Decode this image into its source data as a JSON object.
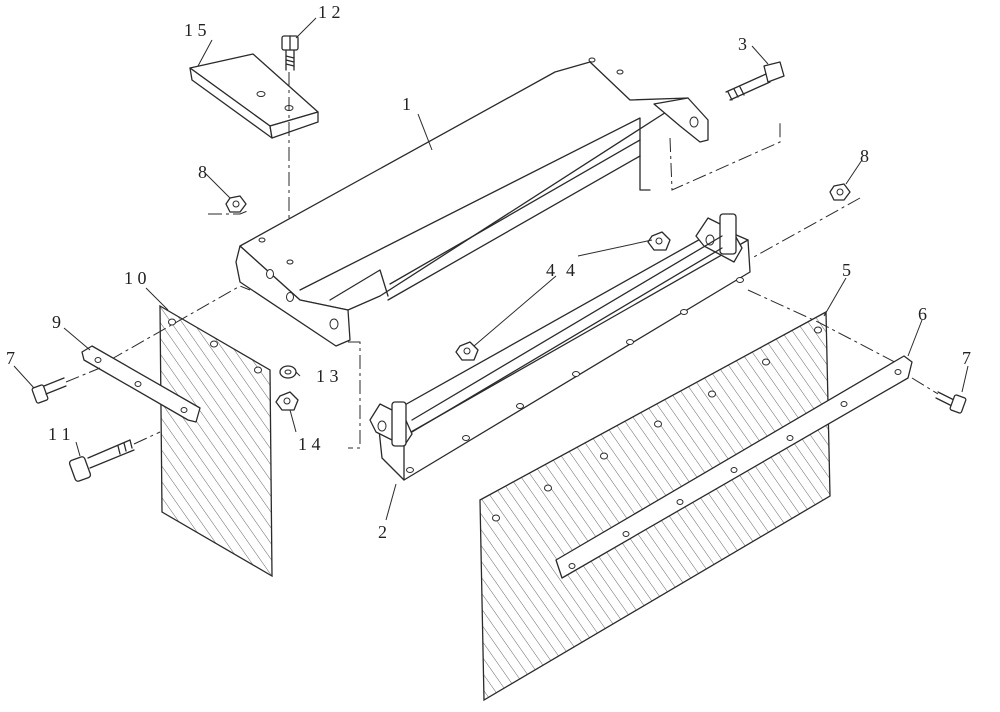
{
  "labels": {
    "part_1": "1",
    "part_2": "2",
    "part_3_bolt": "3",
    "part_4_nut_upper": "4",
    "part_4_nut_lower": "4",
    "part_5": "5",
    "part_6": "6",
    "part_7_left": "7",
    "part_7_right": "7",
    "part_8_left": "8",
    "part_8_right": "8",
    "part_9": "9",
    "part_10": "1 0",
    "part_11": "1 1",
    "part_12": "1 2",
    "part_13": "1 3",
    "part_14": "1 4",
    "part_15": "1 5"
  },
  "colors": {
    "line": "#2a2a2a",
    "hatch": "#555555",
    "background": "#ffffff"
  }
}
